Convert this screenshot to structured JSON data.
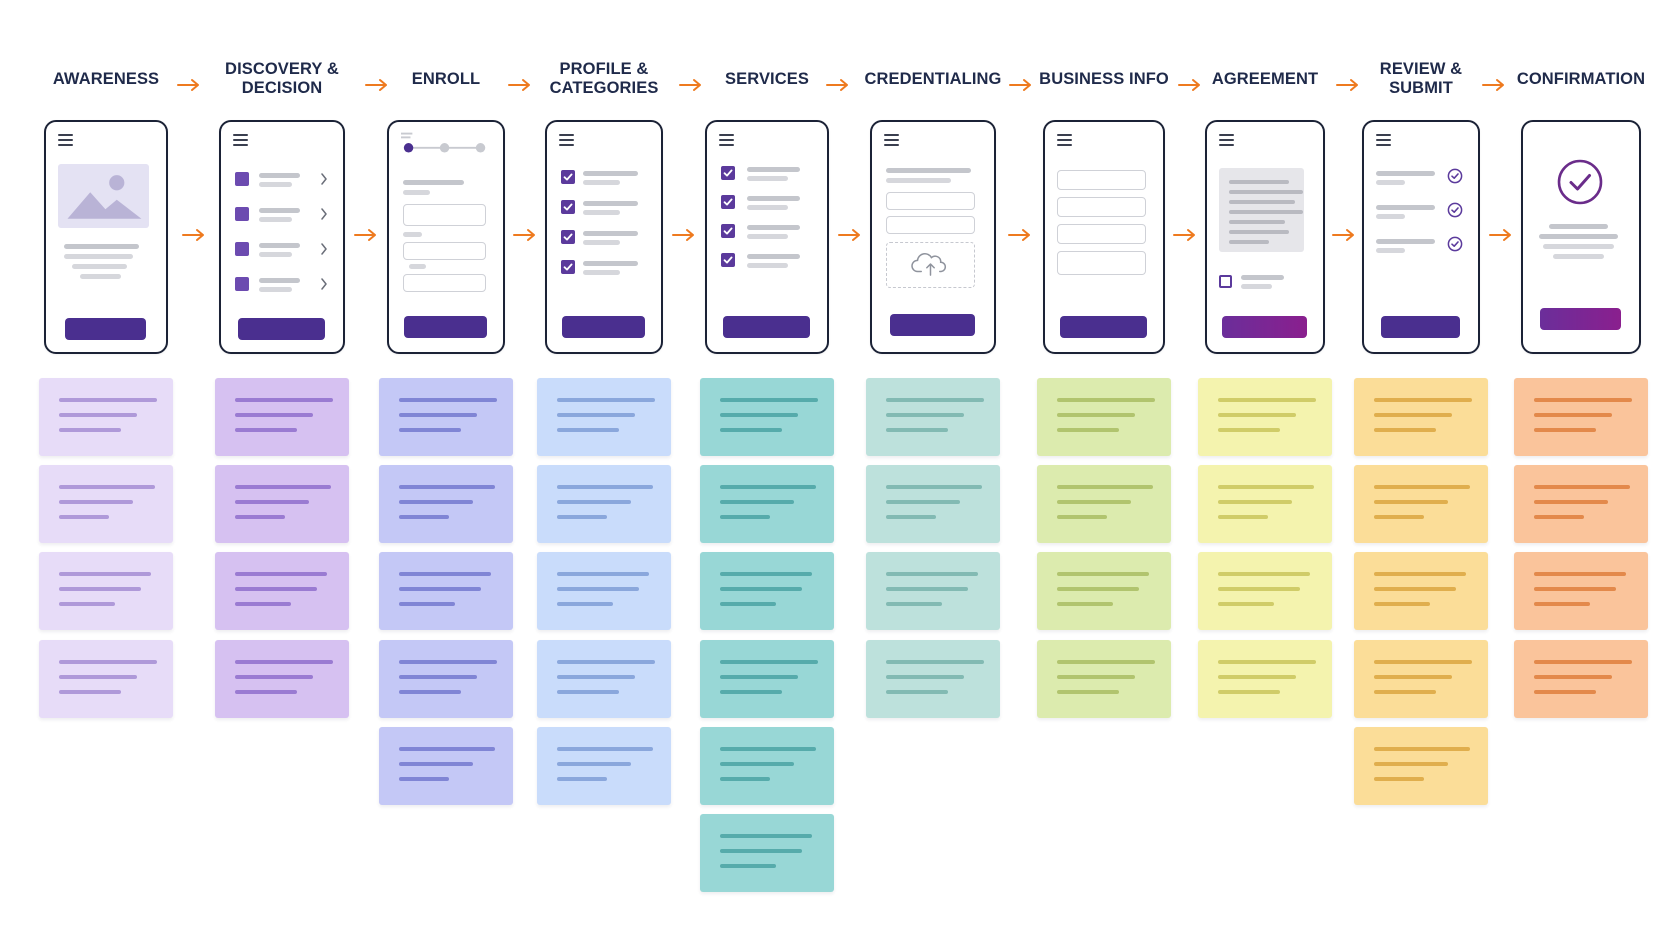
{
  "stages": [
    {
      "id": "awareness",
      "title": "AWARENESS",
      "sticky_color": "#e7dcf8",
      "line_color": "#a48dd4",
      "sticky_count": 4
    },
    {
      "id": "discovery",
      "title": "DISCOVERY &\nDECISION",
      "sticky_color": "#d6c1f1",
      "line_color": "#8f6fcd",
      "sticky_count": 4
    },
    {
      "id": "enroll",
      "title": "ENROLL",
      "sticky_color": "#c4c8f6",
      "line_color": "#7479cf",
      "sticky_count": 5
    },
    {
      "id": "profile",
      "title": "PROFILE &\nCATEGORIES",
      "sticky_color": "#c9dcfb",
      "line_color": "#7f9ed6",
      "sticky_count": 5
    },
    {
      "id": "services",
      "title": "SERVICES",
      "sticky_color": "#98d7d6",
      "line_color": "#4aa3a3",
      "sticky_count": 6
    },
    {
      "id": "credentialing",
      "title": "CREDENTIALING",
      "sticky_color": "#bde1dc",
      "line_color": "#78b3ac",
      "sticky_count": 4
    },
    {
      "id": "business",
      "title": "BUSINESS INFO",
      "sticky_color": "#dcebae",
      "line_color": "#a9bd63",
      "sticky_count": 4
    },
    {
      "id": "agreement",
      "title": "AGREEMENT",
      "sticky_color": "#f4f3ae",
      "line_color": "#c9c45c",
      "sticky_count": 4
    },
    {
      "id": "review",
      "title": "REVIEW &\nSUBMIT",
      "sticky_color": "#fbdd98",
      "line_color": "#dba640",
      "sticky_count": 5
    },
    {
      "id": "confirmation",
      "title": "CONFIRMATION",
      "sticky_color": "#fac49b",
      "line_color": "#de7f3d",
      "sticky_count": 4
    }
  ],
  "colors": {
    "arrow": "#ee7a1f",
    "phone_border": "#1b2236",
    "primary_button": "#4a2f8f",
    "title_text": "#1f2a4a"
  },
  "icons": [
    "menu-icon",
    "image-placeholder-icon",
    "chevron-right-icon",
    "checkbox-checked-icon",
    "checkbox-empty-icon",
    "upload-cloud-icon",
    "check-circle-icon",
    "arrow-right-icon"
  ]
}
